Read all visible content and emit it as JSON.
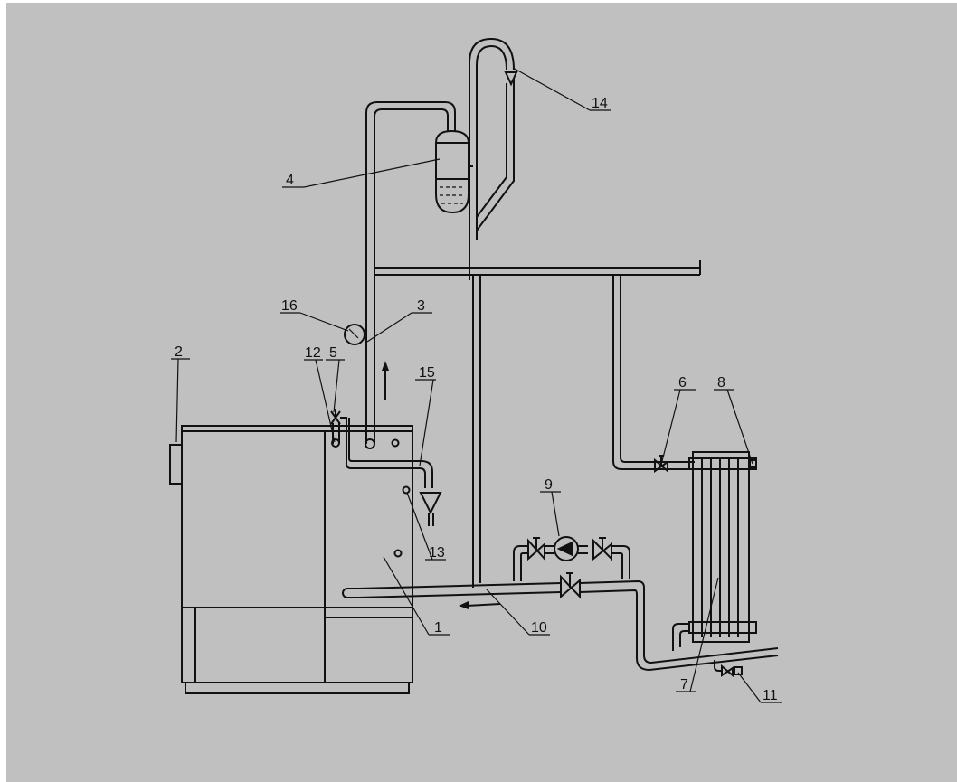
{
  "diagram": {
    "background": "#c0c0c0",
    "line_color": "#111111",
    "labels": [
      "1",
      "2",
      "3",
      "4",
      "5",
      "6",
      "7",
      "8",
      "9",
      "10",
      "11",
      "12",
      "13",
      "14",
      "15",
      "16"
    ]
  }
}
